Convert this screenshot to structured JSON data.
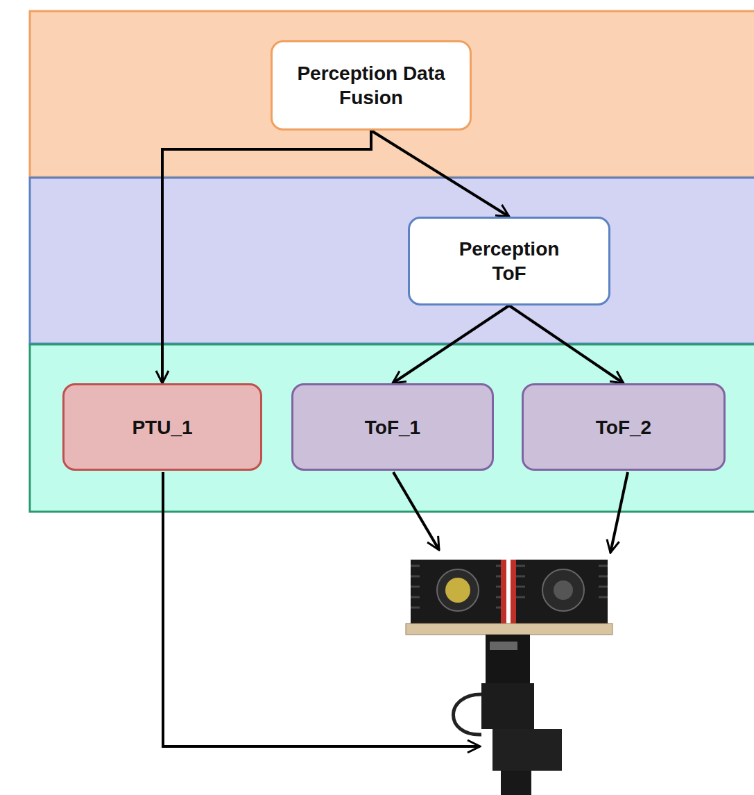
{
  "diagram": {
    "nodes": [
      {
        "text": [
          "Perception Data Fusion"
        ]
      },
      {
        "text": [
          "Perception ToF"
        ]
      },
      {
        "text": [
          "PTU_1"
        ]
      },
      {
        "text": [
          "ToF_1"
        ]
      },
      {
        "text": [
          "ToF_2"
        ]
      }
    ],
    "edges": [
      {
        "from": 0,
        "to": 2,
        "arrow": "to"
      },
      {
        "from": 0,
        "to": 1,
        "arrow": "to"
      },
      {
        "from": 1,
        "to": 3,
        "arrow": "to"
      },
      {
        "from": 1,
        "to": 4,
        "arrow": "to"
      }
    ]
  }
}
